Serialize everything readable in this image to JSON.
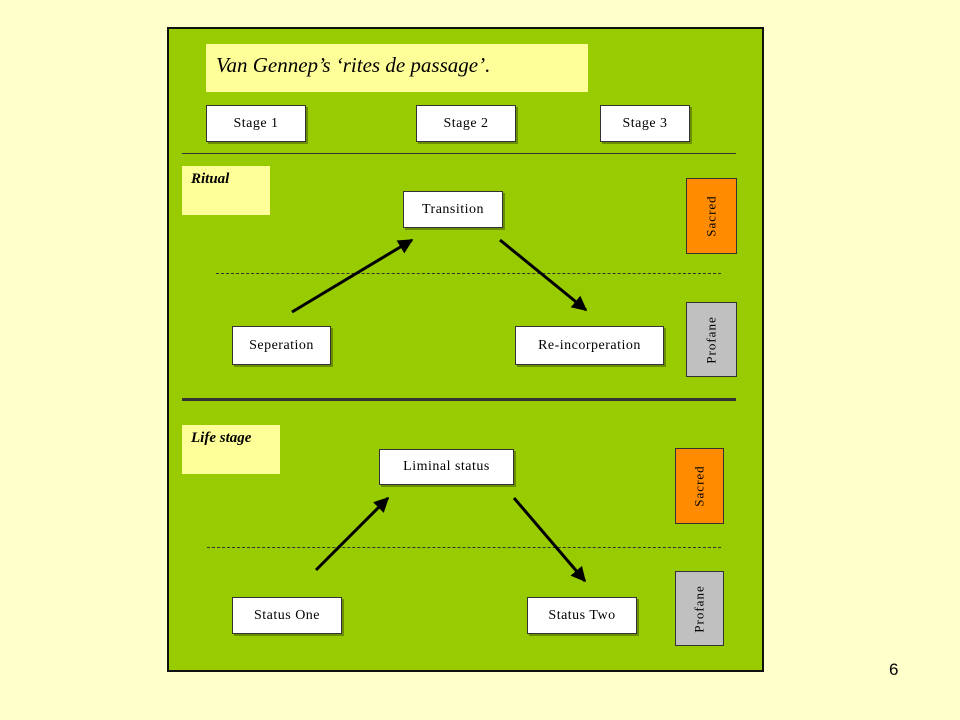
{
  "title": "Van Gennep’s ‘rites de passage’.",
  "stages": [
    "Stage 1",
    "Stage 2",
    "Stage 3"
  ],
  "ritual": {
    "label": "Ritual",
    "top": "Transition",
    "left": "Seperation",
    "right": "Re-incorperation",
    "sacred": "Sacred",
    "profane": "Profane"
  },
  "life_stage": {
    "label": "Life stage",
    "top": "Liminal status",
    "left": "Status One",
    "right": "Status Two",
    "sacred": "Sacred",
    "profane": "Profane"
  },
  "page_number": "6",
  "colors": {
    "background": "#ffffcc",
    "panel": "#99cc00",
    "label_fill": "#ffff99",
    "sacred": "#ff8c00",
    "profane": "#c0c0c0"
  }
}
